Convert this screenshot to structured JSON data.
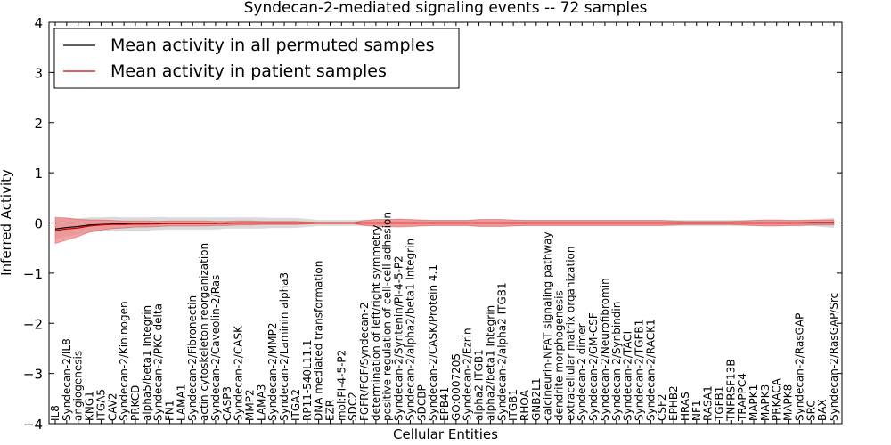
{
  "chart_data": {
    "type": "line",
    "title": "Syndecan-2-mediated signaling events -- 72 samples",
    "xlabel": "Cellular Entities",
    "ylabel": "Inferred Activity",
    "ylim": [
      -4,
      4
    ],
    "yticks": [
      -4,
      -3,
      -2,
      -1,
      0,
      1,
      2,
      3,
      4
    ],
    "grid": false,
    "legend_position": "top-left",
    "categories": [
      "IL8",
      "Syndecan-2/IL8",
      "angiogenesis",
      "KNG1",
      "ITGA5",
      "CAV2",
      "Syndecan-2/Kininogen",
      "PRKCD",
      "alpha5/beta1 Integrin",
      "Syndecan-2/PKC delta",
      "FN1",
      "LAMA1",
      "Syndecan-2/Fibronectin",
      "actin cytoskeleton reorganization",
      "Syndecan-2/Caveolin-2/Ras",
      "CASP3",
      "Syndecan-2/CASK",
      "MMP2",
      "LAMA3",
      "Syndecan-2/MMP2",
      "Syndecan-2/Laminin alpha3",
      "ITGA2",
      "RP11-540L11.1",
      "DNA mediated transformation",
      "EZR",
      "mol:PI-4-5-P2",
      "SDC2",
      "FGFR/FGF/Syndecan-2",
      "determination of left/right symmetry",
      "positive regulation of cell-cell adhesion",
      "Syndecan-2/Syntenin/PI-4-5-P2",
      "Syndecan-2/alpha2/beta1 Integrin",
      "SDCBP",
      "Syndecan-2/CASK/Protein 4.1",
      "EPB41",
      "GO:0007205",
      "Syndecan-2/Ezrin",
      "alpha2 ITGB1",
      "alpha2/beta1 Integrin",
      "Syndecan-2/alpha2 ITGB1",
      "ITGB1",
      "RHOA",
      "GNB2L1",
      "calcineurin-NFAT signaling pathway",
      "dendrite morphogenesis",
      "extracellular matrix organization",
      "Syndecan-2 dimer",
      "Syndecan-2/GM-CSF",
      "Syndecan-2/Neurofibromin",
      "Syndecan-2/Synbindin",
      "Syndecan-2/TACI",
      "Syndecan-2/TGFB1",
      "Syndecan-2/RACK1",
      "CSF2",
      "EPHB2",
      "HRAS",
      "NF1",
      "RASA1",
      "TGFB1",
      "TNFRSF13B",
      "TRAPPC4",
      "MAPK1",
      "MAPK3",
      "PRKACA",
      "MAPK8",
      "Syndecan-2/RasGAP",
      "SRC",
      "BAX",
      "Syndecan-2/RasGAP/Src"
    ],
    "series": [
      {
        "name": "Mean activity in all permuted samples",
        "color": "#000000",
        "values": [
          -0.12,
          -0.09,
          -0.07,
          -0.04,
          -0.03,
          -0.02,
          -0.02,
          -0.02,
          -0.02,
          -0.01,
          -0.01,
          -0.01,
          -0.01,
          -0.01,
          -0.01,
          0,
          0,
          0,
          0,
          0,
          0,
          0,
          0,
          0,
          0,
          0,
          0,
          0,
          0,
          0,
          0,
          0,
          0,
          0,
          0,
          0,
          0,
          0,
          0,
          0,
          0,
          0,
          0,
          0,
          0,
          0,
          0,
          0,
          0,
          0,
          0,
          0,
          0,
          0,
          0,
          0,
          0,
          0,
          0,
          0,
          0,
          0,
          0,
          0,
          0,
          0,
          0,
          0,
          0
        ],
        "band": [
          0.2,
          0.18,
          0.16,
          0.15,
          0.14,
          0.14,
          0.13,
          0.13,
          0.13,
          0.13,
          0.12,
          0.12,
          0.12,
          0.12,
          0.12,
          0.11,
          0.11,
          0.11,
          0.11,
          0.1,
          0.1,
          0.1,
          0.08,
          0.06,
          0.06,
          0.06,
          0.06,
          0.06,
          0.06,
          0.06,
          0.06,
          0.06,
          0.06,
          0.06,
          0.06,
          0.06,
          0.06,
          0.06,
          0.06,
          0.06,
          0.06,
          0.06,
          0.06,
          0.06,
          0.06,
          0.06,
          0.06,
          0.06,
          0.06,
          0.06,
          0.06,
          0.06,
          0.06,
          0.06,
          0.06,
          0.06,
          0.06,
          0.06,
          0.06,
          0.06,
          0.06,
          0.06,
          0.06,
          0.06,
          0.06,
          0.06,
          0.06,
          0.08,
          0.1
        ],
        "fill": "#d3d3d3"
      },
      {
        "name": "Mean activity in patient samples",
        "color": "#cc0000",
        "values": [
          -0.15,
          -0.12,
          -0.1,
          -0.06,
          -0.04,
          -0.03,
          -0.03,
          -0.02,
          -0.02,
          -0.02,
          -0.01,
          -0.01,
          -0.01,
          -0.01,
          -0.01,
          -0.01,
          0,
          0,
          0,
          0,
          0,
          0,
          0,
          0,
          0,
          0,
          0,
          0,
          0,
          0,
          0,
          0,
          0,
          0,
          0,
          0,
          0,
          0,
          0,
          0,
          0,
          0,
          0,
          0,
          0,
          0,
          0,
          0,
          0,
          0,
          0,
          0,
          0,
          0,
          0,
          0,
          0,
          0,
          0,
          0,
          0,
          0,
          0,
          0,
          0,
          0,
          0.01,
          0.01,
          0.01
        ],
        "band": [
          0.26,
          0.22,
          0.17,
          0.12,
          0.1,
          0.08,
          0.07,
          0.06,
          0.06,
          0.05,
          0.05,
          0.05,
          0.05,
          0.05,
          0.04,
          0.04,
          0.04,
          0.04,
          0.03,
          0.03,
          0.03,
          0.03,
          0.02,
          0.01,
          0.01,
          0.01,
          0.01,
          0.05,
          0.07,
          0.07,
          0.08,
          0.07,
          0.06,
          0.05,
          0.05,
          0.05,
          0.05,
          0.07,
          0.07,
          0.07,
          0.06,
          0.05,
          0.05,
          0.05,
          0.05,
          0.05,
          0.05,
          0.05,
          0.05,
          0.05,
          0.05,
          0.05,
          0.05,
          0.05,
          0.04,
          0.03,
          0.03,
          0.03,
          0.03,
          0.03,
          0.04,
          0.05,
          0.06,
          0.06,
          0.05,
          0.05,
          0.05,
          0.05,
          0.05
        ],
        "fill": "#f08080"
      }
    ]
  }
}
